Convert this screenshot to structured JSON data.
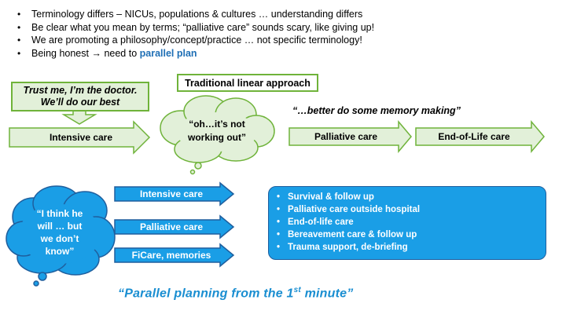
{
  "bullets": [
    {
      "text": "Terminology differs – NICUs, populations & cultures … understanding differs"
    },
    {
      "text": "Be clear what you mean  by terms; “palliative care” sounds scary, like giving up!"
    },
    {
      "text": "We are promoting a philosophy/concept/practice … not specific terminology!"
    },
    {
      "text": "Being honest",
      "arrow": "→",
      "mid": " need to ",
      "highlight": "parallel plan"
    }
  ],
  "linear": {
    "doctor_line1": "Trust me, I’m the doctor.",
    "doctor_line2": "We’ll do our best",
    "heading": "Traditional linear approach",
    "step1": "Intensive care",
    "thought_line1": "“oh…it’s not",
    "thought_line2": "working out”",
    "memory_quote": "“…better do some memory making”",
    "step2": "Palliative care",
    "step3": "End-of-Life care"
  },
  "parallel": {
    "thought_line1": "“I think he",
    "thought_line2": "will … but",
    "thought_line3": "we don’t",
    "thought_line4": "know”",
    "track1": "Intensive care",
    "track2": "Palliative care",
    "track3": "FiCare, memories",
    "outcomes": [
      "Survival & follow up",
      "Palliative care outside hospital",
      "End-of-life care",
      "Bereavement care & follow up",
      "Trauma support, de-briefing"
    ],
    "title_main": "“Parallel planning from the 1",
    "title_sup": "st",
    "title_end": " minute”"
  },
  "colors": {
    "green_fill": "#e2f0d9",
    "green_border": "#6fb33a",
    "blue_fill": "#1a9ee6",
    "blue_border": "#1f5f9e",
    "accent_text": "#1f6fb5"
  }
}
